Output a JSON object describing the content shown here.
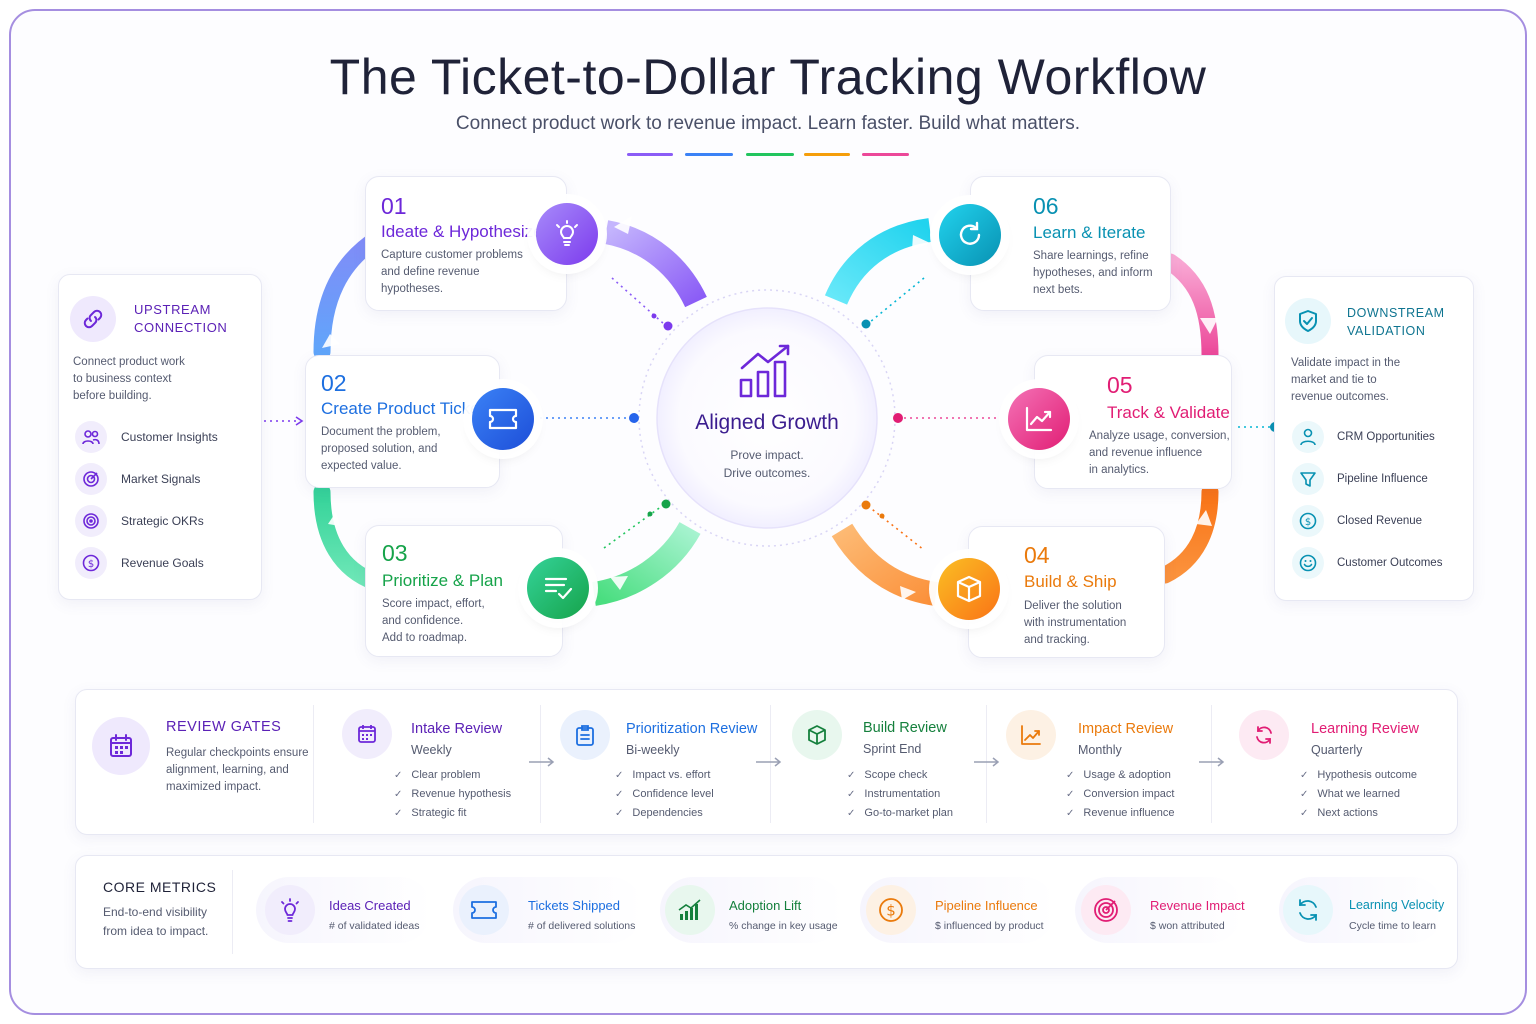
{
  "header": {
    "title": "The Ticket-to-Dollar Tracking Workflow",
    "subtitle": "Connect product work to revenue impact. Learn faster. Build what matters.",
    "accent_colors": [
      "#8b5cf6",
      "#3b82f6",
      "#22c55e",
      "#f59e0b",
      "#ec4899"
    ]
  },
  "upstream": {
    "title_line1": "UPSTREAM",
    "title_line2": "CONNECTION",
    "desc": [
      "Connect product work",
      "to business context",
      "before building."
    ],
    "items": [
      {
        "label": "Customer Insights",
        "icon": "users-icon"
      },
      {
        "label": "Market Signals",
        "icon": "radar-icon"
      },
      {
        "label": "Strategic OKRs",
        "icon": "target-icon"
      },
      {
        "label": "Revenue Goals",
        "icon": "dollar-icon"
      }
    ]
  },
  "downstream": {
    "title_line1": "DOWNSTREAM",
    "title_line2": "VALIDATION",
    "desc": [
      "Validate impact in the",
      "market and tie to",
      "revenue outcomes."
    ],
    "items": [
      {
        "label": "CRM Opportunities",
        "icon": "user-icon"
      },
      {
        "label": "Pipeline Influence",
        "icon": "funnel-icon"
      },
      {
        "label": "Closed Revenue",
        "icon": "dollar-icon"
      },
      {
        "label": "Customer Outcomes",
        "icon": "smile-icon"
      }
    ]
  },
  "center": {
    "title": "Aligned Growth",
    "line1": "Prove impact.",
    "line2": "Drive outcomes."
  },
  "steps": [
    {
      "num": "01",
      "title": "Ideate & Hypothesize",
      "desc": [
        "Capture customer problems",
        "and define revenue",
        "hypotheses."
      ],
      "color": "#7c3aed",
      "icon": "lightbulb-icon"
    },
    {
      "num": "02",
      "title": "Create Product Ticket",
      "desc": [
        "Document the problem,",
        "proposed solution, and",
        "expected value."
      ],
      "color": "#1d6fe0",
      "icon": "ticket-icon"
    },
    {
      "num": "03",
      "title": "Prioritize & Plan",
      "desc": [
        "Score impact, effort,",
        "and confidence.",
        "Add to roadmap."
      ],
      "color": "#16a34a",
      "icon": "checklist-icon"
    },
    {
      "num": "04",
      "title": "Build & Ship",
      "desc": [
        "Deliver the solution",
        "with instrumentation",
        "and tracking."
      ],
      "color": "#ea7a0c",
      "icon": "box-icon"
    },
    {
      "num": "05",
      "title": "Track & Validate",
      "desc": [
        "Analyze usage, conversion,",
        "and revenue influence",
        "in analytics."
      ],
      "color": "#e11d74",
      "icon": "chart-icon"
    },
    {
      "num": "06",
      "title": "Learn & Iterate",
      "desc": [
        "Share learnings, refine",
        "hypotheses, and inform",
        "next bets."
      ],
      "color": "#0891b2",
      "icon": "refresh-icon"
    }
  ],
  "review_gates": {
    "title": "REVIEW GATES",
    "desc": [
      "Regular checkpoints ensure",
      "alignment, learning, and",
      "maximized impact."
    ],
    "gates": [
      {
        "title": "Intake Review",
        "cadence": "Weekly",
        "checks": [
          "Clear problem",
          "Revenue hypothesis",
          "Strategic fit"
        ],
        "color": "#6d28d9",
        "icon": "calendar-icon"
      },
      {
        "title": "Prioritization Review",
        "cadence": "Bi-weekly",
        "checks": [
          "Impact vs. effort",
          "Confidence level",
          "Dependencies"
        ],
        "color": "#1d6fe0",
        "icon": "clipboard-icon"
      },
      {
        "title": "Build Review",
        "cadence": "Sprint End",
        "checks": [
          "Scope check",
          "Instrumentation",
          "Go-to-market plan"
        ],
        "color": "#15803d",
        "icon": "box-icon"
      },
      {
        "title": "Impact Review",
        "cadence": "Monthly",
        "checks": [
          "Usage & adoption",
          "Conversion impact",
          "Revenue influence"
        ],
        "color": "#ea7a0c",
        "icon": "trend-icon"
      },
      {
        "title": "Learning Review",
        "cadence": "Quarterly",
        "checks": [
          "Hypothesis outcome",
          "What we learned",
          "Next actions"
        ],
        "color": "#e11d74",
        "icon": "cycle-icon"
      }
    ]
  },
  "core_metrics": {
    "title": "CORE METRICS",
    "desc": [
      "End-to-end visibility",
      "from idea to impact."
    ],
    "metrics": [
      {
        "title": "Ideas Created",
        "sub": "# of validated ideas",
        "color": "#6d28d9",
        "icon": "lightbulb-icon"
      },
      {
        "title": "Tickets Shipped",
        "sub": "# of delivered solutions",
        "color": "#1d6fe0",
        "icon": "ticket-icon"
      },
      {
        "title": "Adoption Lift",
        "sub": "% change in key usage",
        "color": "#15803d",
        "icon": "bars-icon"
      },
      {
        "title": "Pipeline Influence",
        "sub": "$ influenced by product",
        "color": "#ea7a0c",
        "icon": "dollar-icon"
      },
      {
        "title": "Revenue Impact",
        "sub": "$ won attributed",
        "color": "#e11d74",
        "icon": "target-icon"
      },
      {
        "title": "Learning Velocity",
        "sub": "Cycle time to learn",
        "color": "#0891b2",
        "icon": "cycle-icon"
      }
    ]
  }
}
